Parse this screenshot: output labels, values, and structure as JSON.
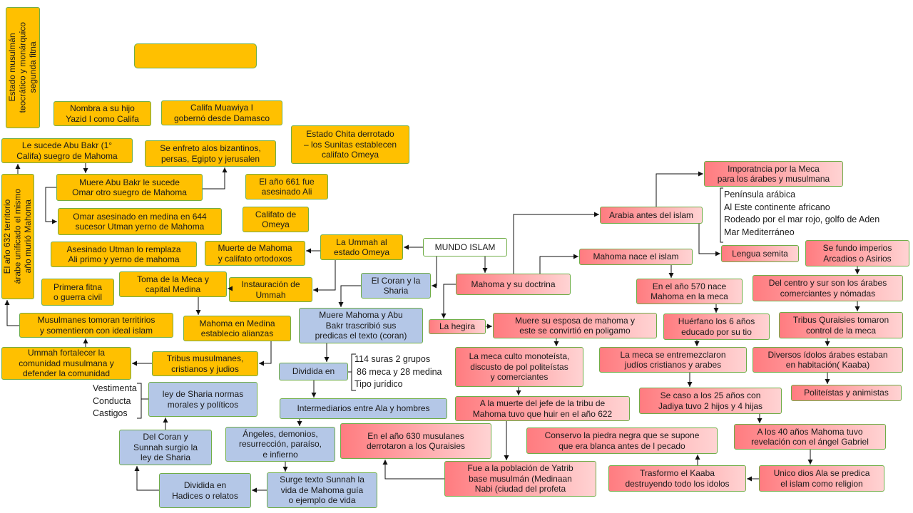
{
  "colors": {
    "orange": "#FFC000",
    "blue": "#B4C7E7",
    "pink_start": "#FF7C80",
    "pink_end": "#FFD3D3",
    "border": "#70AD47"
  },
  "center": {
    "label": "MUNDO ISLAM"
  },
  "ummah_branch": {
    "estado_musulman": "Estado musulmán\nteocrático y monárquico\nsegunda fitna",
    "nombra_yazid": "Nombra a su hijo\nYazid I como Califa",
    "califa_muawiya": "Califa Muawiya I\ngobernó desde Damasco",
    "estado_chita": "Estado Chita derrotado\n– los Sunitas establecen\ncalifato Omeya",
    "abu_bakr": "Le sucede Abu Bakr (1°\nCalifa) suegro de Mahoma",
    "bizantinos": "Se enfreto alos bizantinos,\npersas, Egipto y jerusalen",
    "muere_abu_bakr": "Muere Abu Bakr le sucede\nOmar otro suegro de Mahoma",
    "ali_661": "El año 661 fue\nasesinado Ali",
    "omar_asesinado": "Omar asesinado en medina en 644\nsucesor Utman yerno de Mahoma",
    "califato_omeya": "Califato de\nOmeya",
    "ano_632": "El año 632 territorio\nárabe unificado el mismo\naño murió Mahoma",
    "utman": "Asesinado Utman lo remplaza\nAli primo y yerno de mahoma",
    "muerte_mahoma": "Muerte de Mahoma\ny califato ortodoxos",
    "ummah_omeya": "La Ummah al\nestado Omeya",
    "toma_meca": "Toma de la Meca y\ncapital Medina",
    "instauracion": "Instauración de\nUmmah",
    "primera_fitna": "Primera fitna\no guerra civil",
    "musulmanes_tomoran": "Musulmanes tomoran territirios\ny somentieron con ideal islam",
    "mahoma_medina": "Mahoma en Medina\nestablecio alianzas",
    "ummah_fortalecer": "Ummah fortalecer la\ncomunidad musulmana y\ndefender la comunidad",
    "tribus": "Tribus musulmanes,\ncristianos y judios"
  },
  "coran_branch": {
    "coran_sharia": "El Coran y la\nSharia",
    "muere_trascribio": "Muere Mahoma y Abu\nBakr trascribió sus\npredicas el texto (coran)",
    "dividida": "Dividida en",
    "suras_list": [
      "114 suras 2 grupos",
      "86 meca y 28 medina",
      "Tipo jurídico"
    ],
    "ley_sharia": "ley de Sharia normas\nmorales y políticos",
    "sharia_list": [
      "Vestimenta",
      "Conducta",
      "Castigos"
    ],
    "intermediarios": "Intermediarios entre Ala y hombres",
    "del_coran": "Del Coran y\nSunnah surgio la\nley de Sharia",
    "angeles": "Ángeles, demonios,\nresurrección, paraíso,\ne infierno",
    "hadices": "Dividida en\nHadices o relatos",
    "sunnah": "Surge texto Sunnah la\nvida de Mahoma guía\no ejemplo de vida"
  },
  "mahoma_branch": {
    "importancia": "Imporatncia por la Meca\npara los árabes y musulmana",
    "geografia_list": [
      "Península arábica",
      "Al Este continente africano",
      "Rodeado por el mar rojo, golfo de Aden",
      "Mar Mediterráneo"
    ],
    "arabia": "Arabia antes del islam",
    "lengua": "Lengua semita",
    "imperios": "Se fundo imperios\nArcadios o Asirios",
    "mahoma_nace": "Mahoma nace el islam",
    "ano_570": "En el año 570 nace\nMahoma en la meca",
    "centro_sur": "Del centro y sur son los árabes\ncomerciantes y nómadas",
    "doctrina": "Mahoma y su doctrina",
    "hegira": "La hegira",
    "esposa": "Muere su esposa de mahoma y\neste se convirtió en poligamo",
    "huerfano": "Huérfano los 6 años\neducado por su tio",
    "quraisies": "Tribus Quraisies tomaron\ncontrol de la meca",
    "meca_culto": "La meca culto monoteísta,\ndiscusto de pol politeístas\ny comerciantes",
    "entremezclaron": "La meca se entremezclaron\njudíos cristianos y arabes",
    "idolos": "Diversos ídolos árabes estaban\nen habitación( Kaaba)",
    "politeistas": "Politeístas y animistas",
    "jadiya": "Se caso a los 25 años con\nJadiya tuvo 2 hijos y 4 hijas",
    "huir_622": "A la muerte del jefe de la tribu de\nMahoma tuvo que huir en el año 622",
    "gabriel": "A los 40 años Mahoma tuvo\nrevelación con el ángel Gabriel",
    "ano_630": "En el año 630 musulanes\nderrotaron a los Quraisies",
    "piedra_negra": "Conservo la piedra negra que se supone\nque era blanca antes de l pecado",
    "yatrib": "Fue a la población de Yatrib\nbase musulmán (Medinaan\nNabi (ciudad del profeta",
    "kaaba": "Trasformo el Kaaba\ndestruyendo todo los idolos",
    "unico_dios": "Unico dios Ala se predica\nel islam como religion"
  }
}
